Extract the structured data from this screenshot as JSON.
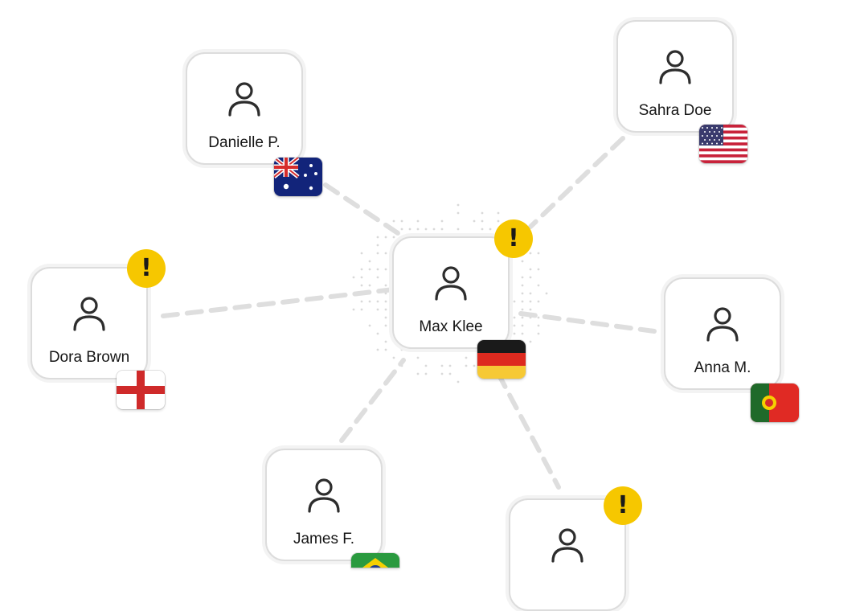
{
  "diagram": {
    "center": {
      "name": "Max Klee",
      "flag": "germany-flag",
      "alert": "!"
    },
    "contacts": [
      {
        "id": "danielle",
        "name": "Danielle P.",
        "flag": "australia-flag"
      },
      {
        "id": "sahra",
        "name": "Sahra Doe",
        "flag": "usa-flag"
      },
      {
        "id": "dora",
        "name": "Dora Brown",
        "flag": "england-flag",
        "alert": "!"
      },
      {
        "id": "anna",
        "name": "Anna M.",
        "flag": "portugal-flag"
      },
      {
        "id": "james",
        "name": "James F.",
        "flag": "brazil-flag"
      },
      {
        "id": "unnamed",
        "name": "",
        "alert": "!"
      }
    ]
  },
  "colors": {
    "alert": "#f6c700",
    "link": "#dedede",
    "node_border": "#dcdcdc"
  },
  "icons": {
    "avatar": "person-icon"
  }
}
